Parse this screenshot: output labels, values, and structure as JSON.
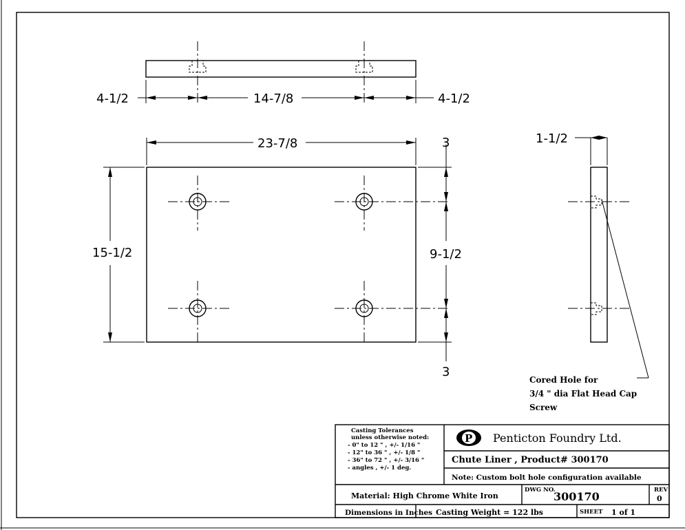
{
  "dimensions": {
    "top_left": "4-1/2",
    "top_mid": "14-7/8",
    "top_right": "4-1/2",
    "width": "23-7/8",
    "height": "15-1/2",
    "right_top": "3",
    "right_mid": "9-1/2",
    "right_bottom": "3",
    "thickness": "1-1/2"
  },
  "hole_note": {
    "line1": "Cored Hole for",
    "line2": "3/4 \" dia Flat Head Cap",
    "line3": "Screw"
  },
  "title_block": {
    "tolerances": {
      "line1": "Casting Tolerances",
      "line2": "unless otherwise noted:",
      "line3": "-  0\" to 12 \" , +/- 1/16 \"",
      "line4": "- 12\" to 36 \" , +/- 1/8 \"",
      "line5": "- 36\" to 72 \" , +/- 3/16 \"",
      "line6": "- angles      , +/- 1 deg."
    },
    "logo_letter": "P",
    "company": "Penticton Foundry Ltd.",
    "part_name": "Chute Liner , Product# 300170",
    "note": "Note: Custom bolt hole configuration available",
    "material": "Material: High Chrome White Iron",
    "dwg_label": "DWG NO.",
    "dwg_no": "300170",
    "rev_label": "REV",
    "rev": "0",
    "units": "Dimensions in Inches",
    "weight": "Casting Weight = 122 lbs",
    "sheet_label": "SHEET",
    "sheet": "1 of 1"
  }
}
